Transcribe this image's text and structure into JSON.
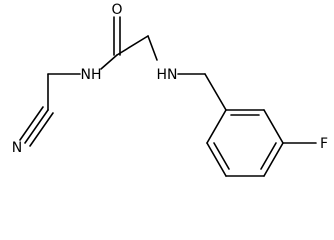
{
  "molecule": {
    "atom_labels": {
      "oxygen": "O",
      "amide_nh": "NH",
      "amine_nh": "HN",
      "nitrile_n": "N",
      "fluorine": "F"
    },
    "bonds": [
      {
        "name": "bond-nitrile-triple",
        "order": 3
      },
      {
        "name": "bond-nitrile-c-ch2",
        "order": 1
      },
      {
        "name": "bond-ch2-amide-n",
        "order": 1
      },
      {
        "name": "bond-amide-n-carbonyl",
        "order": 1
      },
      {
        "name": "bond-carbonyl-oxygen",
        "order": 2
      },
      {
        "name": "bond-carbonyl-ch2",
        "order": 1
      },
      {
        "name": "bond-ch2-amine-n",
        "order": 1
      },
      {
        "name": "bond-amine-n-benzyl-ch2",
        "order": 1
      },
      {
        "name": "bond-benzyl-ch2-ring",
        "order": 1
      },
      {
        "name": "bond-ring-1",
        "order": 2
      },
      {
        "name": "bond-ring-2",
        "order": 1
      },
      {
        "name": "bond-ring-3",
        "order": 2
      },
      {
        "name": "bond-ring-4",
        "order": 1
      },
      {
        "name": "bond-ring-5",
        "order": 2
      },
      {
        "name": "bond-ring-6",
        "order": 1
      },
      {
        "name": "bond-ring-fluorine",
        "order": 1
      }
    ]
  }
}
